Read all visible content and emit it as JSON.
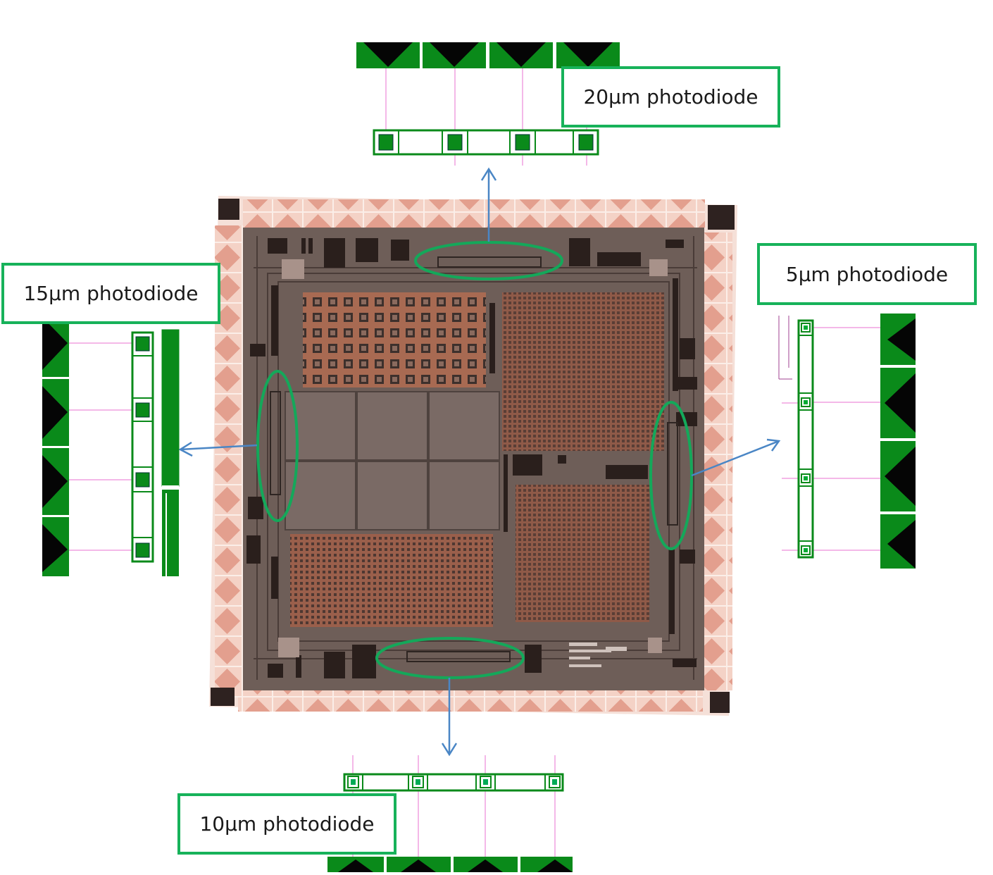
{
  "callouts": {
    "top": "20µm photodiode",
    "left": "15µm photodiode",
    "right": "5µm photodiode",
    "bottom": "10µm photodiode"
  },
  "colors": {
    "callout_border": "#17b25a",
    "highlight_ellipse": "#14a85a",
    "arrow": "#4a86c5",
    "photodiode_green": "#0a8a1a",
    "photodiode_dark": "#050505",
    "trace_pink": "#f0a0e0",
    "die_substrate": "#6e5e58",
    "bond_pad": "#e8a898"
  }
}
